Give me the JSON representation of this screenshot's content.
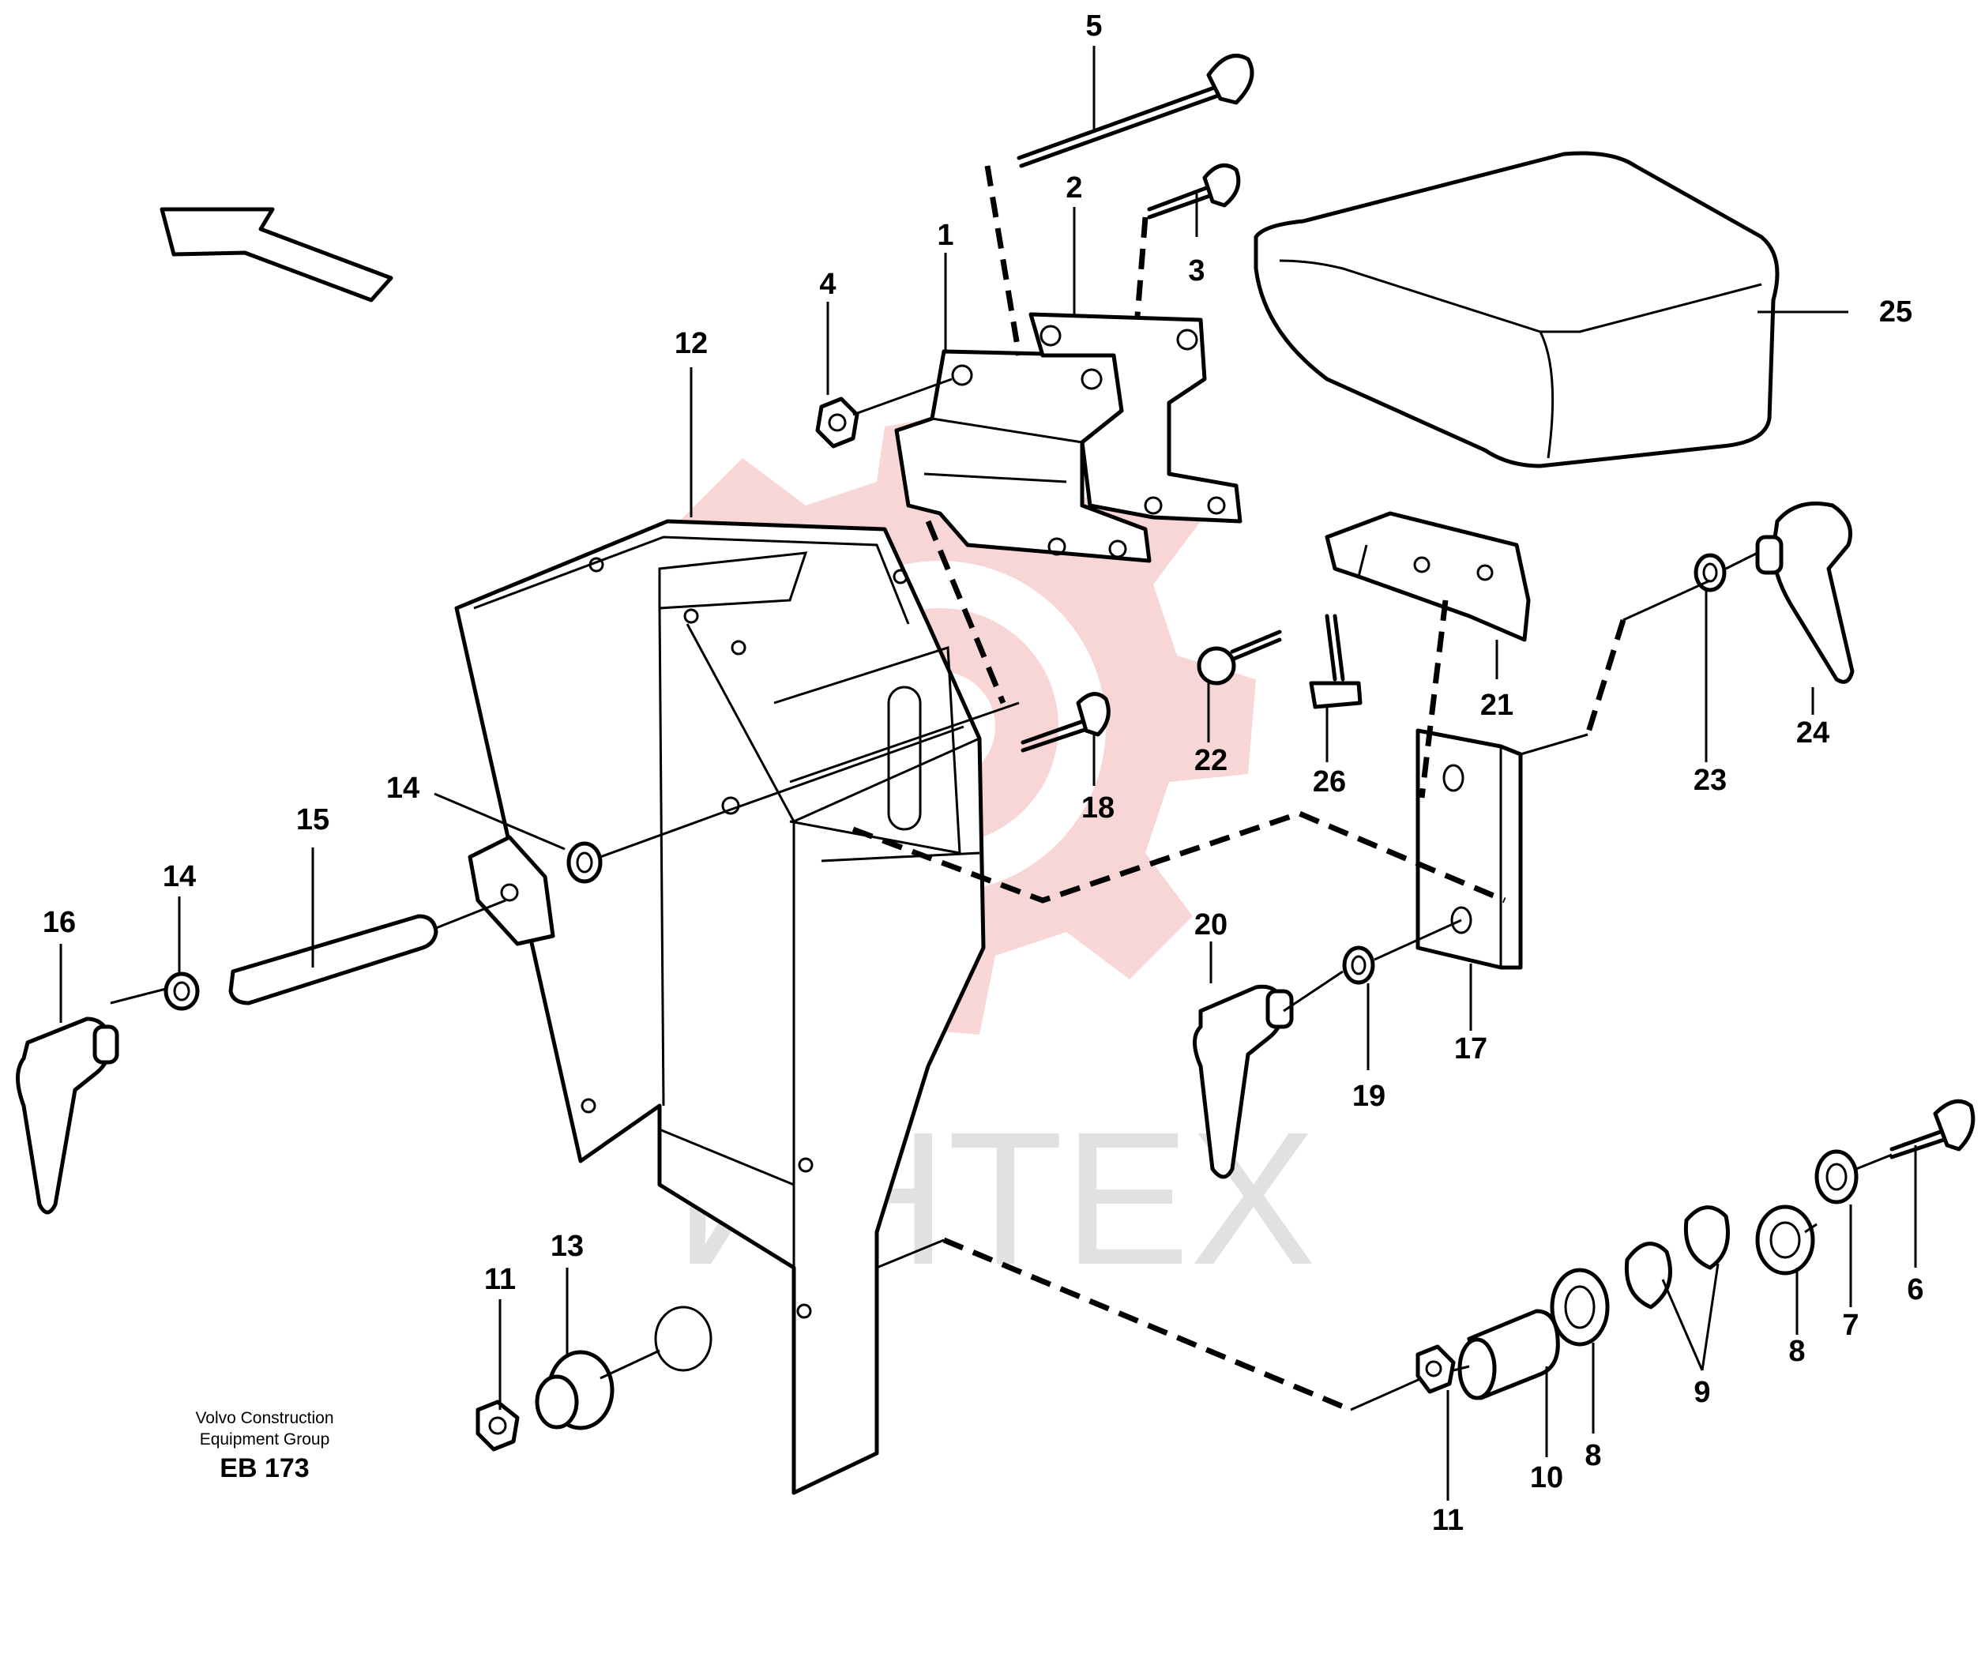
{
  "credits": {
    "line1": "Volvo Construction",
    "line2": "Equipment Group",
    "code": "EB 173"
  },
  "watermark": {
    "text": "ИНТЕХ",
    "color": "#f4b6b6"
  },
  "callouts": {
    "c1": "1",
    "c2": "2",
    "c3": "3",
    "c4": "4",
    "c5": "5",
    "c6": "6",
    "c7": "7",
    "c8a": "8",
    "c8b": "8",
    "c9": "9",
    "c10": "10",
    "c11a": "11",
    "c11b": "11",
    "c12": "12",
    "c13": "13",
    "c14a": "14",
    "c14b": "14",
    "c15": "15",
    "c16": "16",
    "c17": "17",
    "c18": "18",
    "c19": "19",
    "c20": "20",
    "c21": "21",
    "c22": "22",
    "c23": "23",
    "c24": "24",
    "c25": "25",
    "c26": "26"
  }
}
